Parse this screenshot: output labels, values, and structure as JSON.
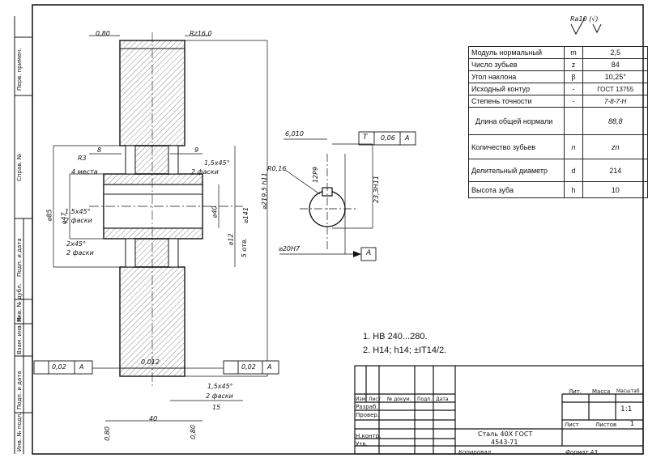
{
  "top_note": "Ra10 (√)",
  "parameters": {
    "rows": [
      {
        "name": "Модуль нормальный",
        "symbol": "m",
        "value": "2,5"
      },
      {
        "name": "Число зубьев",
        "symbol": "z",
        "value": "84"
      },
      {
        "name": "Угол наклона",
        "symbol": "β",
        "value": "10,25°"
      },
      {
        "name": "Исходный контур",
        "symbol": "-",
        "value": "ГОСТ 13755"
      },
      {
        "name": "Степень точности",
        "symbol": "-",
        "value": "7-8-7-Н"
      },
      {
        "name": "Длина общей нормали",
        "symbol": "",
        "value": "88,8"
      },
      {
        "name": "Количество зубьев",
        "symbol": "n",
        "value": "zn"
      },
      {
        "name": "Делительный диаметр",
        "symbol": "d",
        "value": "214"
      },
      {
        "name": "Высота зуба",
        "symbol": "h",
        "value": "10"
      }
    ]
  },
  "notes": [
    "1.  HB 240...280.",
    "2.  H14; h14; ±IT14/2."
  ],
  "dimensions": {
    "roughness_top": "0,80",
    "rz": "Rz16,0",
    "r3": "R3",
    "chamfer_4": "4 места",
    "d_8": "8",
    "d_9": "9",
    "d_15x45_top": "1,5x45°",
    "d_2_chamfers": "2 фаски",
    "d_85": "⌀85",
    "d_47": "⌀47",
    "d_15x45_left": "1,5x45°",
    "d_2_chamfers_left": "2 фаски",
    "d_2x45": "2x45°",
    "d_2_chamfers_left2": "2 фаски",
    "d_40": "⌀40",
    "d_219": "⌀219,5 h11",
    "d_12": "⌀12",
    "d_5holes": "5 отв.",
    "d_141": "⌀141",
    "d_6010": "6,010",
    "tol_t": "T",
    "tol_006": "0,06",
    "tol_a": "A",
    "r016": "R0,16",
    "d_12p9": "12P9",
    "d_233": "23,3H11",
    "d_20h7": "⌀20H7",
    "datum_a": "A",
    "runout_left_val": "0,02",
    "runout_left_a": "A",
    "runout_right_val": "0,02",
    "runout_right_a": "A",
    "bottom_15x45": "1,5x45°",
    "bottom_2_chamfers": "2 фаски",
    "d_15": "15",
    "d_40_len": "40",
    "rough_080_left": "0,80",
    "rough_080_right": "0,80",
    "face_sym": "0,012"
  },
  "title_block": {
    "material_line1": "Сталь 40Х ГОСТ",
    "material_line2": "4543-71",
    "scale": "1:1",
    "lit": "Лит.",
    "mass": "Масса",
    "scale_label": "Масштаб",
    "sheet": "Лист",
    "sheets": "Листов",
    "sheets_count": "1",
    "izm": "Изм. Лист",
    "ndokum": "№ докум.",
    "podp": "Подп.",
    "data": "Дата",
    "razrab": "Разраб.",
    "prover": "Провер.",
    "nkontr": "Н.контр.",
    "utv": "Утв.",
    "copied": "Копировал",
    "format": "Формат  А3"
  },
  "side_column": {
    "perv": "Перв. примен.",
    "sprav": "Справ. №",
    "podp_data1": "Подп. и дата",
    "inv_dubl": "Инв. № дубл.",
    "vzam": "Взам. инв. №",
    "podp_data2": "Подп. и дата",
    "inv_podl": "Инв. № подл."
  }
}
